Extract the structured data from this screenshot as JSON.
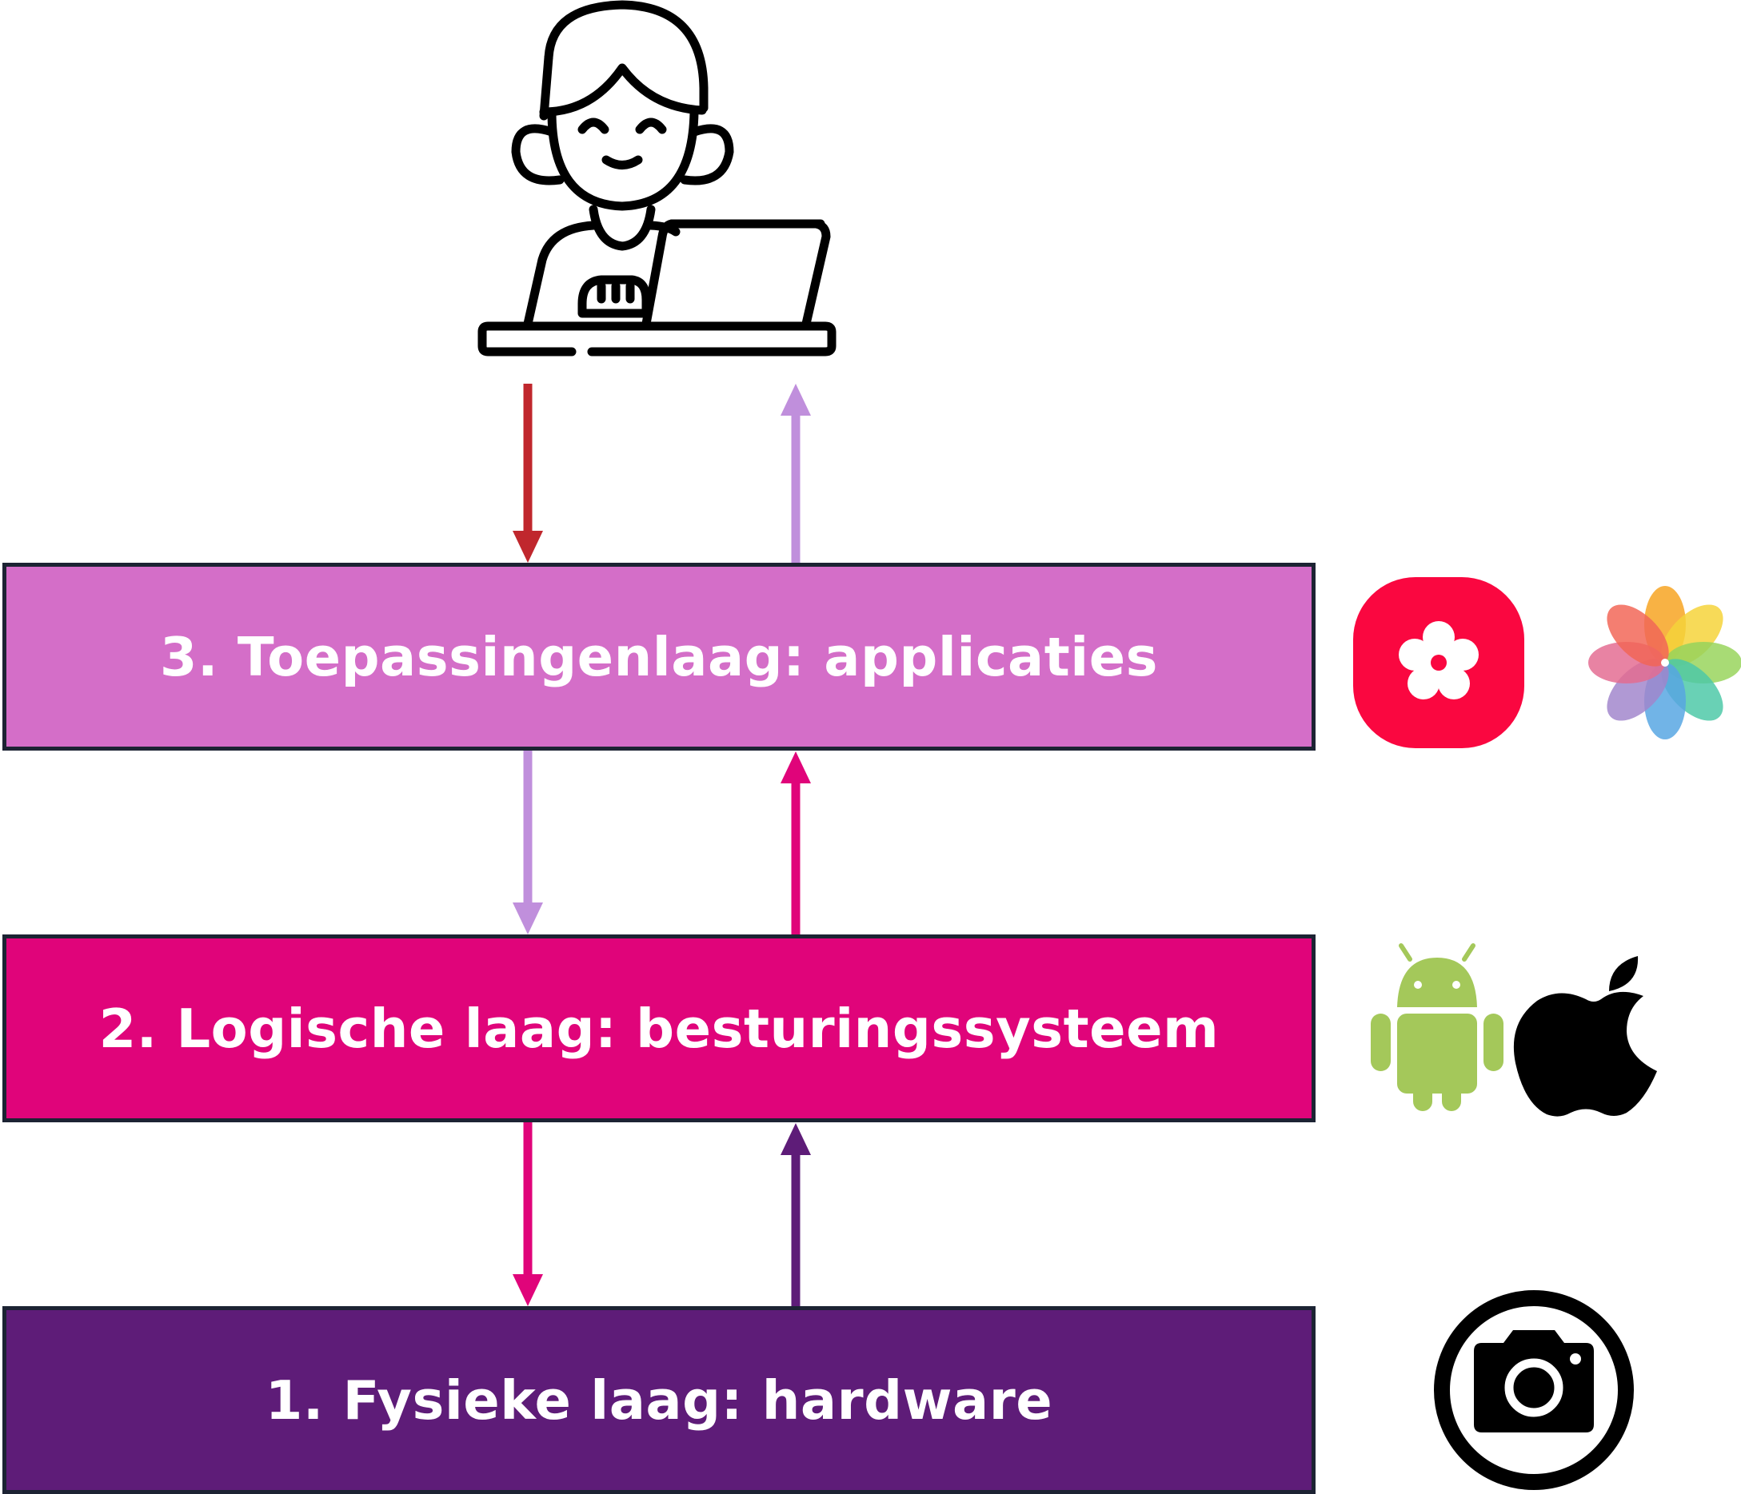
{
  "layers": [
    {
      "id": "layer3",
      "label": "3. Toepassingenlaag: applicaties",
      "color": "#d46ec8"
    },
    {
      "id": "layer2",
      "label": "2. Logische laag: besturingssysteem",
      "color": "#e0047a"
    },
    {
      "id": "layer1",
      "label": "1. Fysieke laag: hardware",
      "color": "#5e1c78"
    }
  ],
  "arrow_colors": {
    "user_to_app": "#c0272d",
    "app_to_user": "#c08fdc",
    "app_to_os": "#c08fdc",
    "os_to_app": "#e0047a",
    "os_to_hw": "#e0047a",
    "hw_to_os": "#5e1c78"
  },
  "icons": {
    "user": "person-at-laptop-icon",
    "app_left": "gallery-app-icon",
    "app_right": "photos-app-icon",
    "os_left": "android-icon",
    "os_right": "apple-icon",
    "hardware": "camera-icon"
  }
}
